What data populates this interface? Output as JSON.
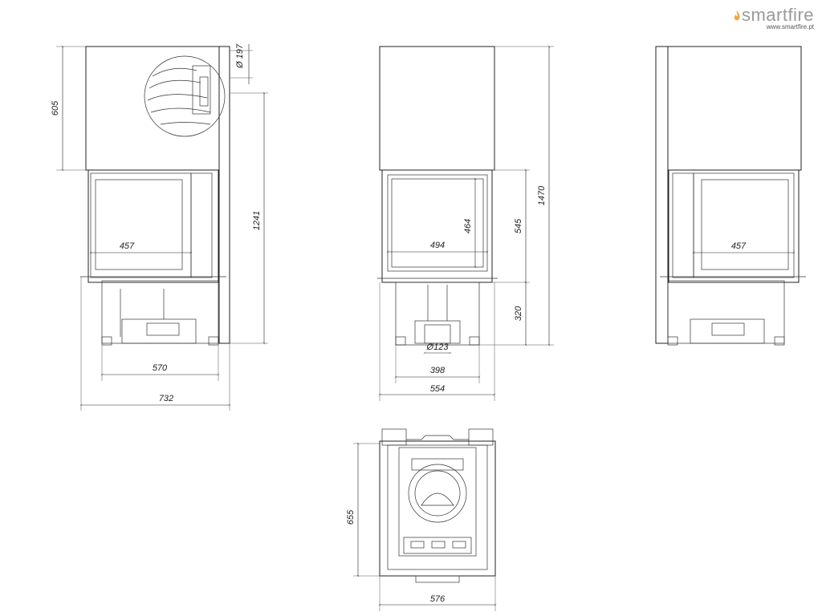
{
  "brand": {
    "name": "smartfire",
    "url": "www.smartfire.pt",
    "accent": "#f2a43a",
    "text_color": "#9a9a9a"
  },
  "dimensions": {
    "front_left": {
      "top_height": "605",
      "flue_diameter": "Ø 197",
      "total_height": "1241",
      "glass_width": "457",
      "leg_span": "570",
      "overall_width": "732"
    },
    "front_center": {
      "total_height": "1470",
      "door_height": "545",
      "glass_height": "464",
      "glass_width": "494",
      "base_height": "320",
      "air_inlet": "Ø123",
      "leg_span": "398",
      "overall_width": "554"
    },
    "front_right": {
      "glass_width": "457"
    },
    "top_view": {
      "depth": "655",
      "width": "576"
    }
  }
}
